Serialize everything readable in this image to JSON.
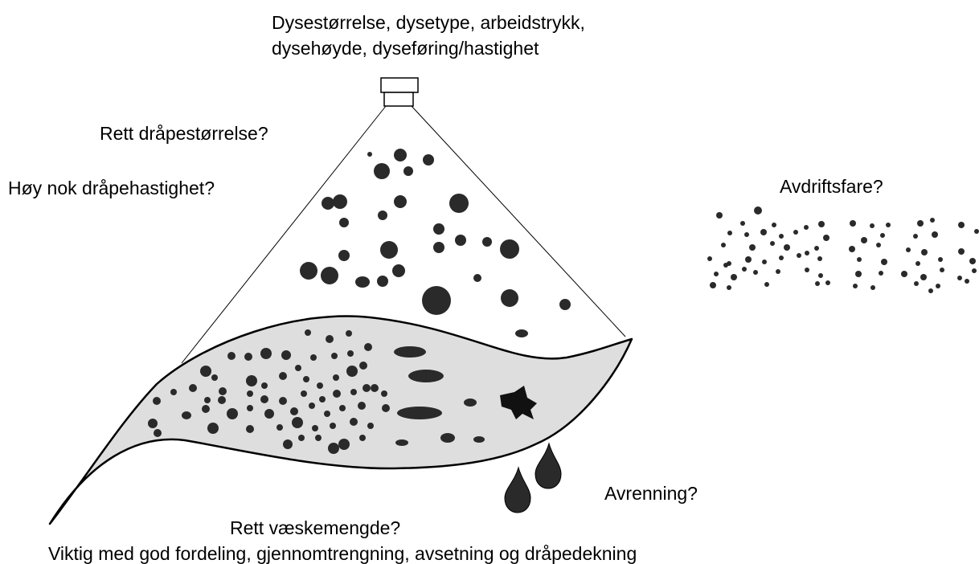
{
  "labels": {
    "nozzle_params_line1": "Dysestørrelse, dysetype, arbeidstrykk,",
    "nozzle_params_line2": "dysehøyde, dyseføring/hastighet",
    "droplet_size": "Rett dråpestørrelse?",
    "droplet_speed": "Høy nok dråpehastighet?",
    "drift": "Avdriftsfare?",
    "runoff": "Avrenning?",
    "volume": "Rett væskemengde?",
    "summary": "Viktig med god fordeling, gjennomtrengning, avsetning og dråpedekning"
  },
  "colors": {
    "ink": "#000000",
    "drop": "#2a2a2a",
    "leaf_fill": "#dedede",
    "background": "#ffffff"
  }
}
